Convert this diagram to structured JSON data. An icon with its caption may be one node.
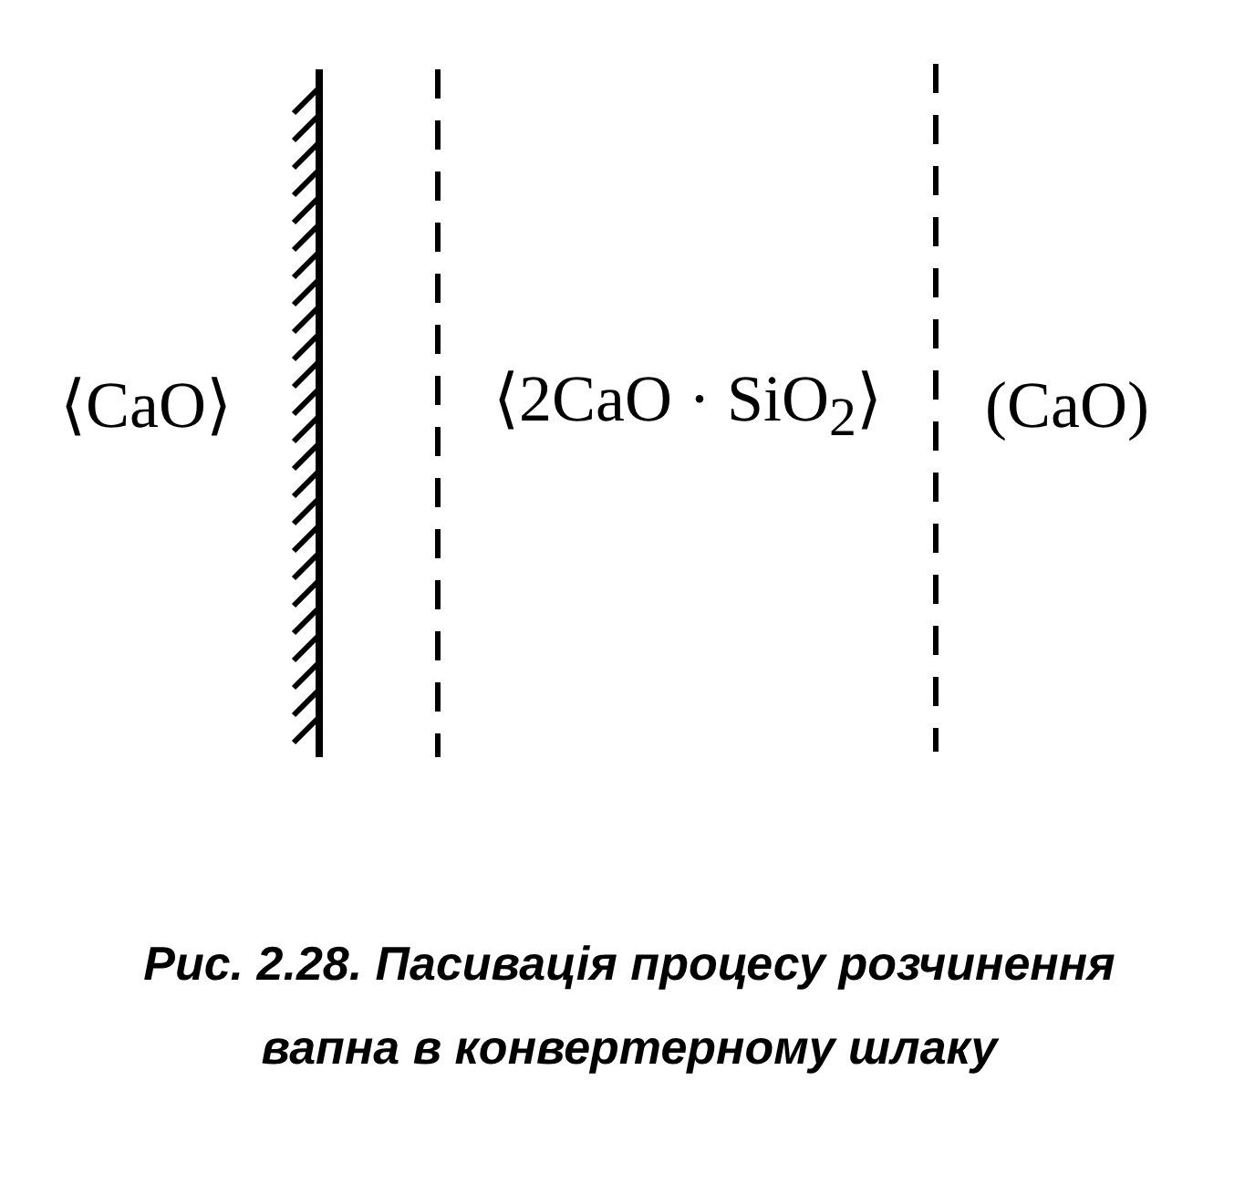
{
  "diagram": {
    "caption": "Рис. 2.28. Пасивація процесу розчинення вапна в конвертерному шлаку",
    "labels": [
      "⟨CaO⟩",
      "⟨2CaO · SiO$_{2}$⟩",
      "(CaO)"
    ]
  }
}
